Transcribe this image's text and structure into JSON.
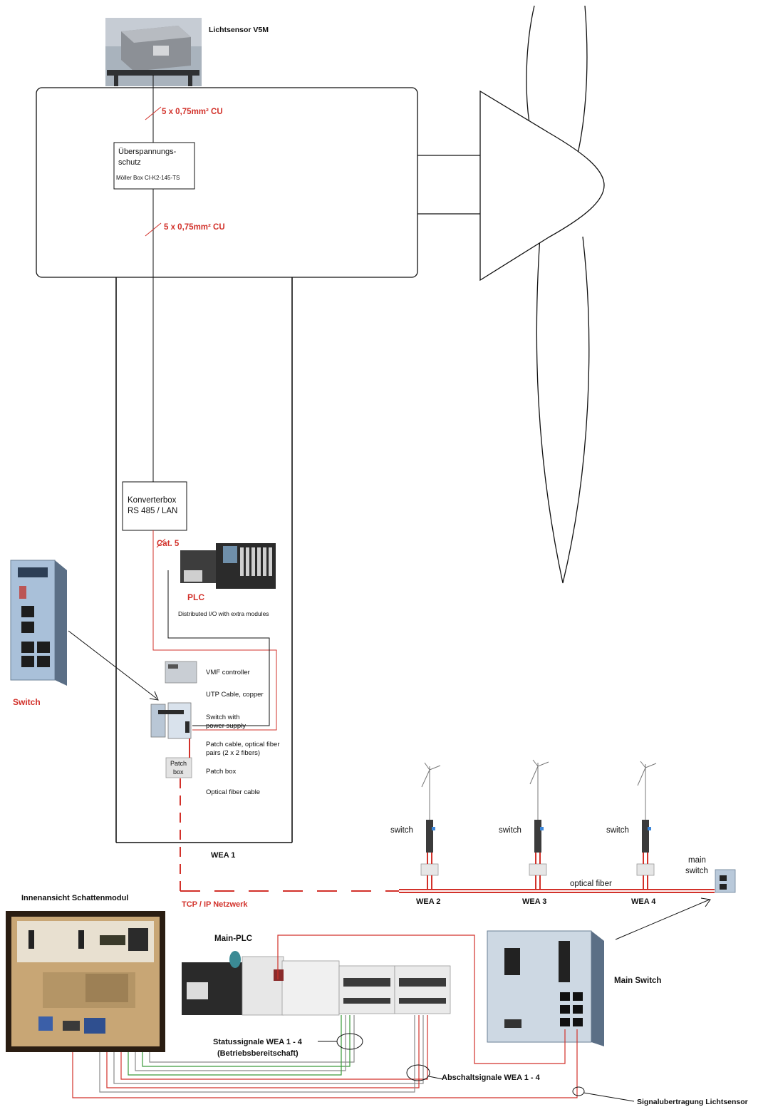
{
  "labels": {
    "sensor_title": "Lichtsensor V5M",
    "cable_top": "5 x 0,75mm² CU",
    "cable_bottom": "5 x 0,75mm² CU",
    "surge_line1": "Überspannungs-",
    "surge_line2": "schutz",
    "surge_line3": "Möller Box CI-K2-145-TS",
    "converter_line1": "Konverterbox",
    "converter_line2": "RS 485 / LAN",
    "cat5": "Cat. 5",
    "plc": "PLC",
    "plc_desc": "Distributed I/O with extra modules",
    "switch_left": "Switch",
    "legend_vmf": "VMF controller",
    "legend_utp": "UTP Cable, copper",
    "legend_switch_1": "Switch with",
    "legend_switch_2": "power supply",
    "legend_patch_1": "Patch cable, optical fiber",
    "legend_patch_2": "pairs (2 x 2 fibers)",
    "legend_patchbox": "Patch box",
    "legend_optical": "Optical fiber cable",
    "patch_box_1": "Patch",
    "patch_box_2": "box",
    "wea1": "WEA 1",
    "tcp": "TCP / IP Netzwerk",
    "switch_wea2": "switch",
    "switch_wea3": "switch",
    "switch_wea4": "switch",
    "wea2": "WEA 2",
    "wea3": "WEA 3",
    "wea4": "WEA 4",
    "optical_fiber": "optical fiber",
    "main_switch_small_1": "main",
    "main_switch_small_2": "switch",
    "innenansicht": "Innenansicht Schattenmodul",
    "main_plc": "Main-PLC",
    "main_switch": "Main Switch",
    "status_1": "Statussignale  WEA 1 - 4",
    "status_2": "(Betriebsbereitschaft)",
    "abschalt": "Abschaltsignale WEA 1 - 4",
    "signal": "Signalubertragung Lichtsensor"
  },
  "colors": {
    "red": "#d2312a",
    "line": "#111111",
    "device_blue": "#9fb6d0",
    "wire_green": "#3a9a3a",
    "wire_gray": "#8a8a8a"
  }
}
